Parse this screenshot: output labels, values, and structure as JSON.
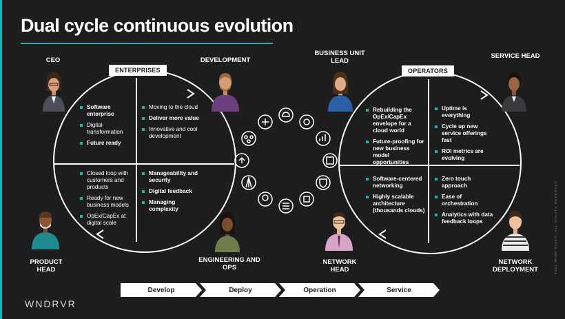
{
  "title": "Dual cycle continuous evolution",
  "left_cycle": {
    "tag": "ENTERPRISES",
    "quadrants": {
      "top_left": [
        "Software enterprise",
        "Digital transformation",
        "Future ready"
      ],
      "top_right": [
        "Moving to the cloud",
        "Deliver more value",
        "Innovative and cool development"
      ],
      "bottom_left": [
        "Closed loop with customers and products",
        "Ready for new business models",
        "OpEx/CapEx at digital scale"
      ],
      "bottom_right": [
        "Manageability and security",
        "Digital feedback",
        "Managing complexity"
      ]
    }
  },
  "right_cycle": {
    "tag": "OPERATORS",
    "quadrants": {
      "top_left": [
        "Rebuilding the OpEx/CapEx envelope for a cloud world",
        "Future-proofing for new business model opportunities"
      ],
      "top_right": [
        "Uptime is everything",
        "Cycle up new service offerings fast",
        "ROI metrics are evolving"
      ],
      "bottom_left": [
        "Software-centered networking",
        "Highly scalable architecture (thousands clouds)"
      ],
      "bottom_right": [
        "Zero touch approach",
        "Ease of orchestration",
        "Analytics with data feedback loops"
      ]
    }
  },
  "roles": {
    "ceo": "CEO",
    "development": "DEVELOPMENT",
    "product_head": "PRODUCT HEAD",
    "engineering_ops": "ENGINEERING AND OPS",
    "business_unit_lead": "BUSINESS UNIT LEAD",
    "service_head": "SERVICE HEAD",
    "network_head": "NETWORK HEAD",
    "network_deployment": "NETWORK DEPLOYMENT"
  },
  "flow_steps": [
    "Develop",
    "Deploy",
    "Operation",
    "Service"
  ],
  "logo_text": "WNDRVR",
  "copyright": "2021 WIND RIVER. ALL RIGHTS RESERVED",
  "colors": {
    "accent": "#1fb4b4",
    "background": "#1d1d1e",
    "foreground": "#ffffff"
  },
  "icons": [
    "ci-cd-icon",
    "cloud-network-icon",
    "gear-icon",
    "analytics-icon",
    "cube-icon",
    "shield-icon",
    "chip-icon",
    "server-icon",
    "lightbulb-icon",
    "tower-icon"
  ]
}
